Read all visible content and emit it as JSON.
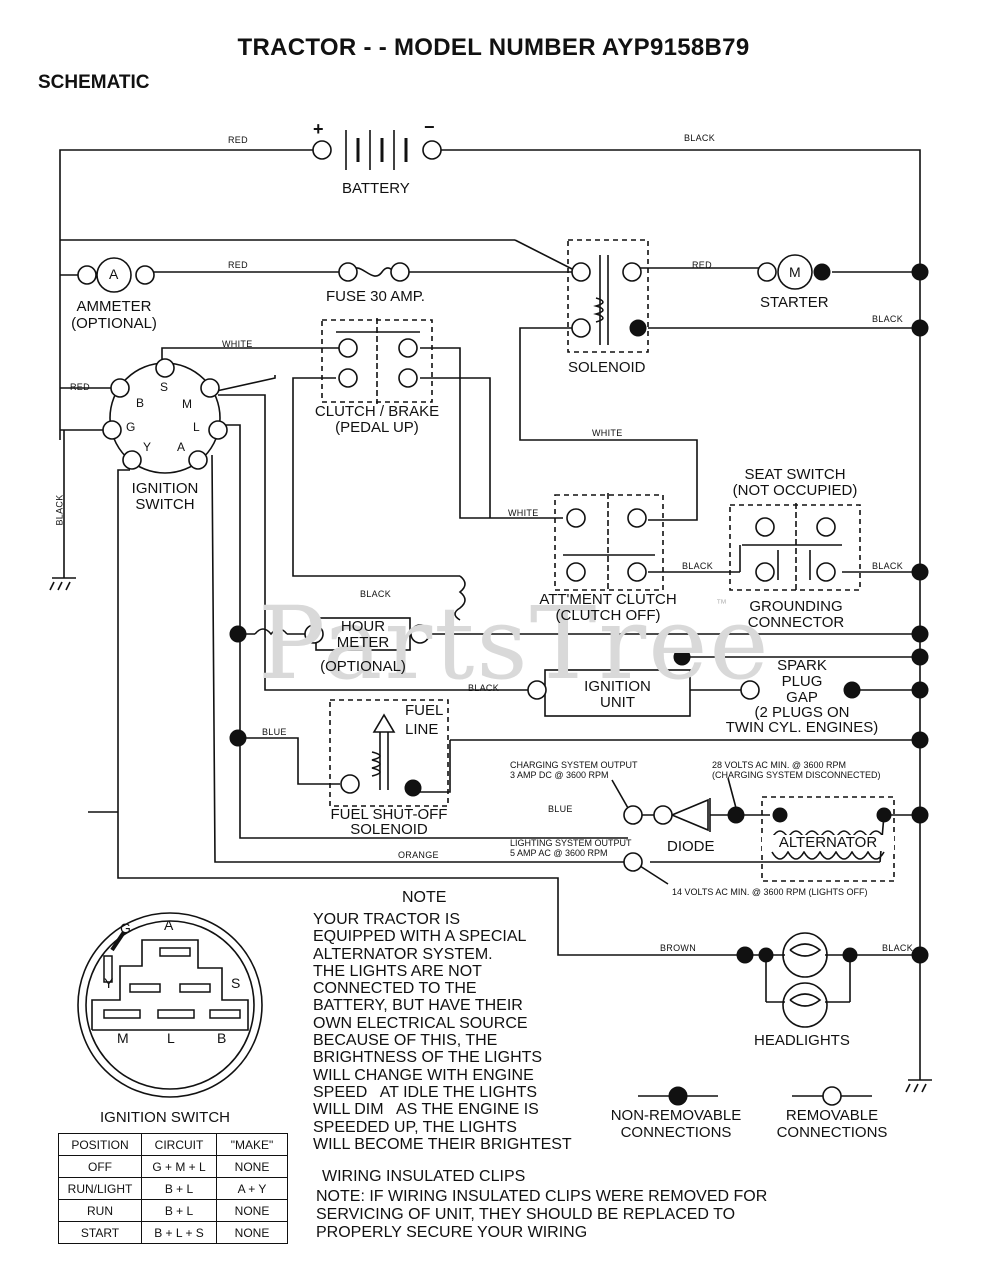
{
  "title": "TRACTOR - - MODEL NUMBER AYP9158B79",
  "subtitle": "SCHEMATIC",
  "watermark": "PartsTree",
  "watermark_tm": "™",
  "components": {
    "battery": "BATTERY",
    "battery_plus": "+",
    "battery_minus": "−",
    "ammeter": [
      "AMMETER",
      "(OPTIONAL)"
    ],
    "ammeter_symbol": "A",
    "fuse": "FUSE 30 AMP.",
    "solenoid": "SOLENOID",
    "starter": "STARTER",
    "starter_symbol": "M",
    "ignition_switch": [
      "IGNITION",
      "SWITCH"
    ],
    "ignition_terminals": {
      "S": "S",
      "B": "B",
      "M": "M",
      "G": "G",
      "L": "L",
      "Y": "Y",
      "A": "A"
    },
    "clutch_brake": [
      "CLUTCH / BRAKE",
      "(PEDAL UP)"
    ],
    "seat_switch": [
      "SEAT SWITCH",
      "(NOT OCCUPIED)"
    ],
    "attachment_clutch": [
      "ATT'MENT CLUTCH",
      "(CLUTCH OFF)"
    ],
    "grounding_connector": [
      "GROUNDING",
      "CONNECTOR"
    ],
    "hour_meter": [
      "HOUR",
      "METER"
    ],
    "hour_meter_optional": "(OPTIONAL)",
    "ignition_unit": [
      "IGNITION",
      "UNIT"
    ],
    "spark_plug": [
      "SPARK",
      "PLUG",
      "GAP",
      "(2 PLUGS ON",
      "TWIN CYL. ENGINES)"
    ],
    "fuel_line": [
      "FUEL",
      "LINE"
    ],
    "fuel_solenoid": [
      "FUEL SHUT-OFF",
      "SOLENOID"
    ],
    "diode": "DIODE",
    "alternator": "ALTERNATOR",
    "headlights": "HEADLIGHTS"
  },
  "wire_colors": {
    "red": "RED",
    "black": "BLACK",
    "white": "WHITE",
    "blue": "BLUE",
    "orange": "ORANGE",
    "brown": "BROWN"
  },
  "ratings": {
    "charging": [
      "CHARGING SYSTEM OUTPUT",
      "3 AMP DC @ 3600 RPM"
    ],
    "volts_ac_28": [
      "28 VOLTS AC MIN. @ 3600 RPM",
      "(CHARGING SYSTEM DISCONNECTED)"
    ],
    "lighting": [
      "LIGHTING SYSTEM OUTPUT",
      "5 AMP AC @ 3600 RPM"
    ],
    "volts_ac_14": "14 VOLTS AC MIN. @ 3600 RPM (LIGHTS OFF)"
  },
  "note": {
    "heading": "NOTE",
    "text": "YOUR TRACTOR IS\nEQUIPPED WITH A SPECIAL\nALTERNATOR SYSTEM.\nTHE LIGHTS ARE NOT\nCONNECTED TO THE\nBATTERY, BUT HAVE THEIR\nOWN ELECTRICAL SOURCE\nBECAUSE OF THIS, THE\nBRIGHTNESS OF THE LIGHTS\nWILL CHANGE WITH ENGINE\nSPEED   AT IDLE THE LIGHTS\nWILL DIM   AS THE ENGINE IS\nSPEEDED UP, THE LIGHTS\nWILL BECOME THEIR BRIGHTEST"
  },
  "legend": {
    "non_removable": [
      "NON-REMOVABLE",
      "CONNECTIONS"
    ],
    "removable": [
      "REMOVABLE",
      "CONNECTIONS"
    ]
  },
  "clips": {
    "heading": "WIRING INSULATED CLIPS",
    "text": "NOTE: IF WIRING INSULATED CLIPS WERE REMOVED FOR\nSERVICING OF UNIT, THEY SHOULD BE REPLACED TO\nPROPERLY SECURE YOUR WIRING"
  },
  "connector_labels": [
    "G",
    "A",
    "Y",
    "S",
    "M",
    "L",
    "B"
  ],
  "ignition_table": {
    "caption": "IGNITION SWITCH",
    "headers": [
      "POSITION",
      "CIRCUIT",
      "\"MAKE\""
    ],
    "rows": [
      [
        "OFF",
        "G + M + L",
        "NONE"
      ],
      [
        "RUN/LIGHT",
        "B + L",
        "A + Y"
      ],
      [
        "RUN",
        "B + L",
        "NONE"
      ],
      [
        "START",
        "B + L + S",
        "NONE"
      ]
    ]
  }
}
